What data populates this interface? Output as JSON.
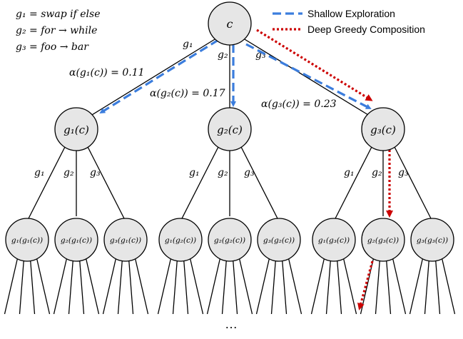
{
  "definitions": [
    {
      "lhs": "g₁ = ",
      "rhs": "swap if else"
    },
    {
      "lhs": "g₂ = ",
      "rhs": "for → while"
    },
    {
      "lhs": "g₃ = ",
      "rhs": "foo → bar"
    }
  ],
  "legend": {
    "shallow_label": "Shallow Exploration",
    "deep_label": "Deep Greedy Composition",
    "shallow_color": "#3b7ddd",
    "deep_color": "#cc0000"
  },
  "root": {
    "label": "c"
  },
  "level1": [
    {
      "label": "g₁(c)",
      "edge_label": "g₁",
      "score_label": "α(g₁(c)) = 0.11"
    },
    {
      "label": "g₂(c)",
      "edge_label": "g₂",
      "score_label": "α(g₂(c)) = 0.17"
    },
    {
      "label": "g₃(c)",
      "edge_label": "g₃",
      "score_label": "α(g₃(c)) = 0.23"
    }
  ],
  "level2_edge_labels": [
    "g₁",
    "g₂",
    "g₃"
  ],
  "level2": [
    [
      "g₁(g₁(c))",
      "g₂(g₁(c))",
      "g₃(g₁(c))"
    ],
    [
      "g₁(g₂(c))",
      "g₂(g₂(c))",
      "g₃(g₂(c))"
    ],
    [
      "g₁(g₃(c))",
      "g₂(g₃(c))",
      "g₃(g₃(c))"
    ]
  ],
  "ellipsis": "…"
}
